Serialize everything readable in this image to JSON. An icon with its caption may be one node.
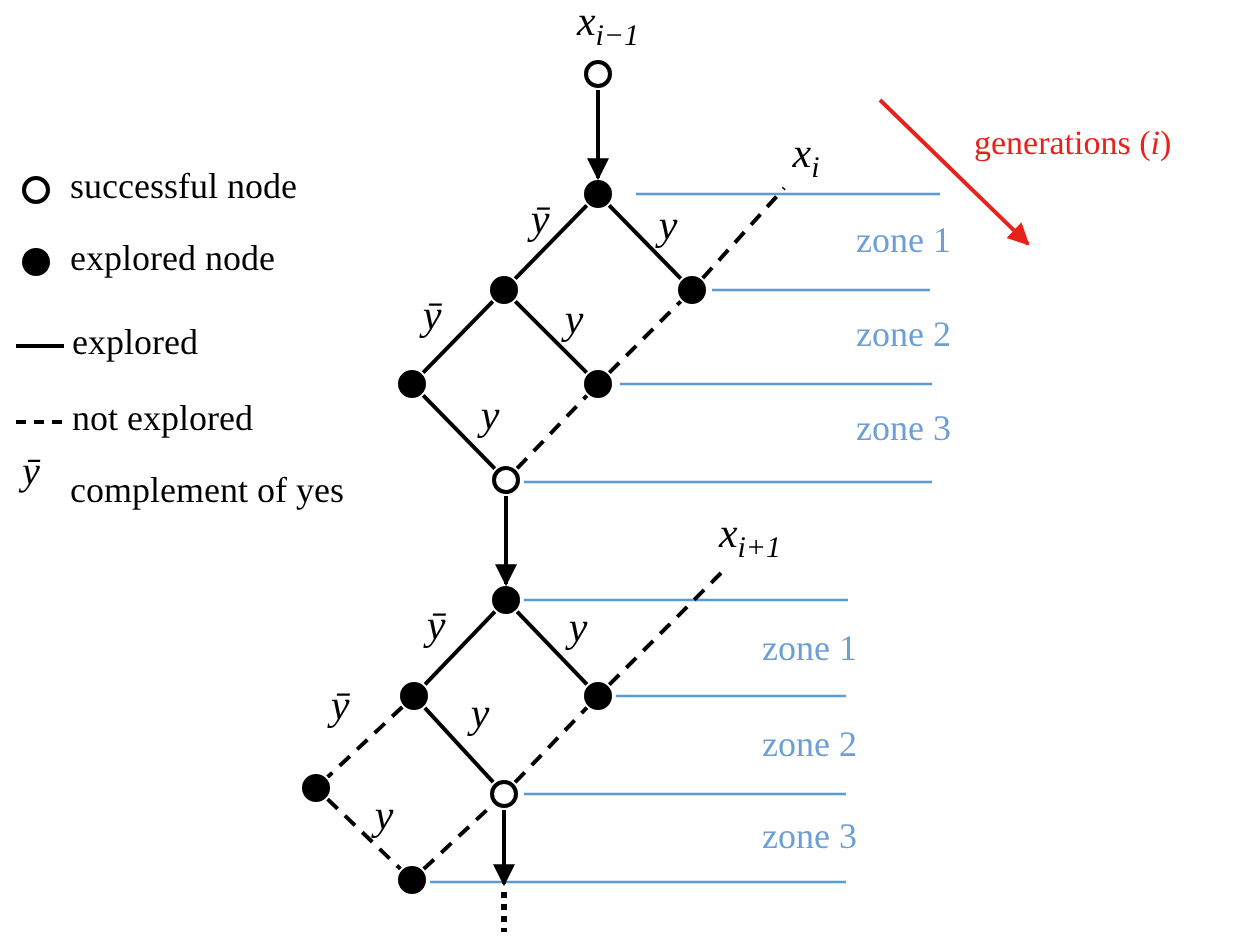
{
  "diagram": {
    "nodes": [
      {
        "text": [],
        "shape": "circle",
        "beside": [
          "x$_{i−1}$"
        ]
      },
      {
        "text": [
          "x$_{i}$"
        ]
      },
      {
        "text": [],
        "shape": "circle"
      },
      {
        "text": [],
        "shape": "circle"
      },
      {
        "text": [],
        "shape": "circle"
      },
      {
        "text": [],
        "shape": "circle"
      },
      {
        "text": [],
        "shape": "circle"
      },
      {
        "text": [],
        "shape": "circle"
      },
      {
        "text": [
          "x$_{i+1}$"
        ]
      },
      {
        "text": [],
        "shape": "circle"
      },
      {
        "text": [],
        "shape": "circle"
      },
      {
        "text": [],
        "shape": "circle"
      },
      {
        "text": [],
        "shape": "circle"
      },
      {
        "text": [],
        "shape": "circle"
      },
      {
        "text": [],
        "shape": "circle"
      }
    ],
    "edges": [
      {
        "from": 0,
        "to": 2,
        "arrow": "to"
      },
      {
        "from": 2,
        "to": 3,
        "arrow": "none",
        "label": "ȳ"
      },
      {
        "from": 2,
        "to": 4,
        "arrow": "none",
        "label": "y"
      },
      {
        "from": 3,
        "to": 5,
        "arrow": "none",
        "label": "ȳ"
      },
      {
        "from": 3,
        "to": 6,
        "arrow": "none",
        "label": "y"
      },
      {
        "from": 5,
        "to": 7,
        "arrow": "none",
        "label": "y"
      },
      {
        "from": 7,
        "to": 6,
        "arrow": "none",
        "style": "dashed"
      },
      {
        "from": 6,
        "to": 4,
        "arrow": "none",
        "style": "dashed"
      },
      {
        "from": 4,
        "to": 1,
        "arrow": "none",
        "style": "dashed"
      },
      {
        "from": 7,
        "to": 9,
        "arrow": "to"
      },
      {
        "from": 9,
        "to": 10,
        "arrow": "none",
        "label": "ȳ"
      },
      {
        "from": 9,
        "to": 11,
        "arrow": "none",
        "label": "y"
      },
      {
        "from": 10,
        "to": 12,
        "arrow": "none",
        "label": "ȳ",
        "style": "dashed"
      },
      {
        "from": 10,
        "to": 13,
        "arrow": "none",
        "label": "y"
      },
      {
        "from": 12,
        "to": 14,
        "arrow": "none",
        "label": "y",
        "style": "dashed"
      },
      {
        "from": 14,
        "to": 13,
        "arrow": "none",
        "style": "dashed"
      },
      {
        "from": 13,
        "to": 11,
        "arrow": "none",
        "style": "dashed"
      },
      {
        "from": 11,
        "to": 8,
        "arrow": "none",
        "style": "dashed"
      },
      {
        "from": 13,
        "to": null,
        "arrow": "to"
      }
    ],
    "labels": [
      "generations (*i*)",
      "zone 1",
      "zone 2",
      "zone 3",
      "ȳ",
      "zone 1",
      "zone 2",
      "zone 3"
    ],
    "legend": [
      {
        "text": "successful node"
      },
      {
        "text": "explored node"
      },
      {
        "text": "explored"
      },
      {
        "text": "not explored"
      },
      {
        "text": "complement of yes"
      }
    ]
  }
}
